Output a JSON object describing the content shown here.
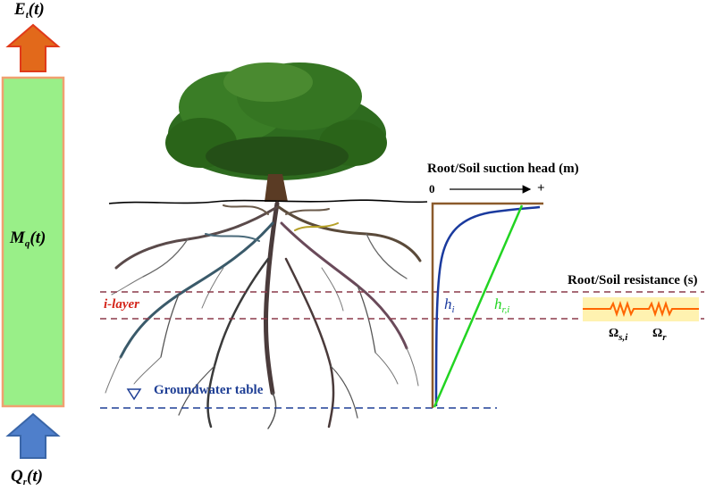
{
  "fluxes": {
    "et": {
      "symbol": "E",
      "sub": "t",
      "arg": "(t)"
    },
    "mq": {
      "symbol": "M",
      "sub": "q",
      "arg": "(t)"
    },
    "qr": {
      "symbol": "Q",
      "sub": "r",
      "arg": "(t)"
    }
  },
  "suction_plot": {
    "title": "Root/Soil suction head (m)",
    "zero_label": "0",
    "plus_label": "+",
    "curve_hi": {
      "symbol": "h",
      "sub": "i"
    },
    "curve_hri": {
      "symbol": "h",
      "sub": "r,i"
    }
  },
  "resistance": {
    "title": "Root/Soil resistance (s)",
    "omega_s": {
      "symbol": "Ω",
      "sub": "s,i"
    },
    "omega_r": {
      "symbol": "Ω",
      "sub": "r"
    }
  },
  "layer_label": "i-layer",
  "groundwater_label": "Groundwater table",
  "colors": {
    "column_fill": "#99ef88",
    "column_border": "#f0a070",
    "arrow_up_fill": "#e2691b",
    "arrow_up_stroke": "#e03a1a",
    "arrow_in_fill": "#4f7fcb",
    "arrow_in_stroke": "#3a66a8",
    "layer_line": "#8b3a4a",
    "groundwater": "#1f3f95",
    "curve_hi": "#1a3a9e",
    "curve_hri": "#22d422",
    "axis_brown": "#8b5a2b",
    "resistor": "#ff6600",
    "resistor_bg": "#fff2b0",
    "tree_foliage": "#2e6b1f",
    "trunk": "#5a3b24"
  }
}
